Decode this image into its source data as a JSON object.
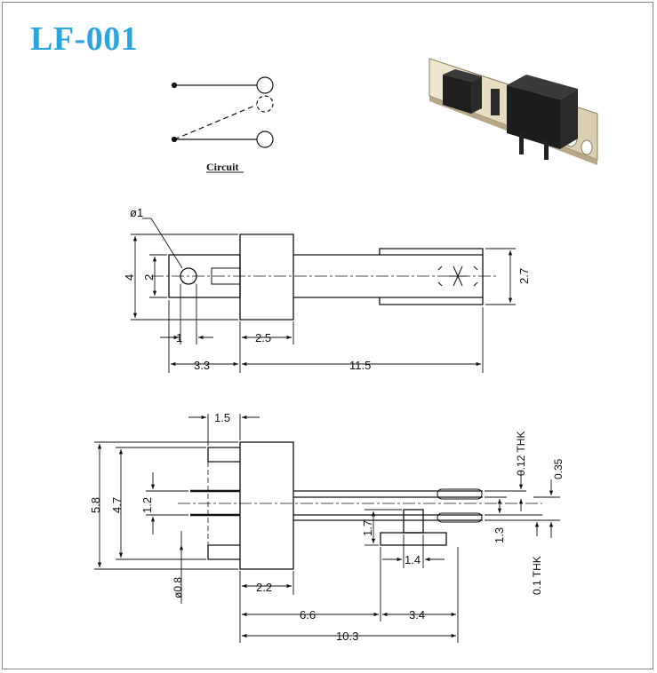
{
  "title": "LF-001",
  "circuit_label": "Circuit",
  "top_view": {
    "hole_diameter": "ø1",
    "height": "4",
    "hole_height": "2",
    "hole_width": "1",
    "body_width": "2.5",
    "left_section": "3.3",
    "right_section": "11.5",
    "tip_height": "2.7"
  },
  "side_view": {
    "top_width": "1.5",
    "total_height": "5.8",
    "inner_height": "4.7",
    "pin_spacing": "1.2",
    "pin_diameter": "ø0.8",
    "body_width": "2.2",
    "contact_offset": "6.6",
    "block_offset": "3.4",
    "total_length": "10.3",
    "block_height": "1.7",
    "block_width": "1.4",
    "contact_gap": "1.3",
    "upper_thickness": "0.12 THK",
    "gap": "0.35",
    "lower_thickness": "0.1 THK"
  },
  "colors": {
    "title": "#2aa6df",
    "line": "#111111"
  }
}
